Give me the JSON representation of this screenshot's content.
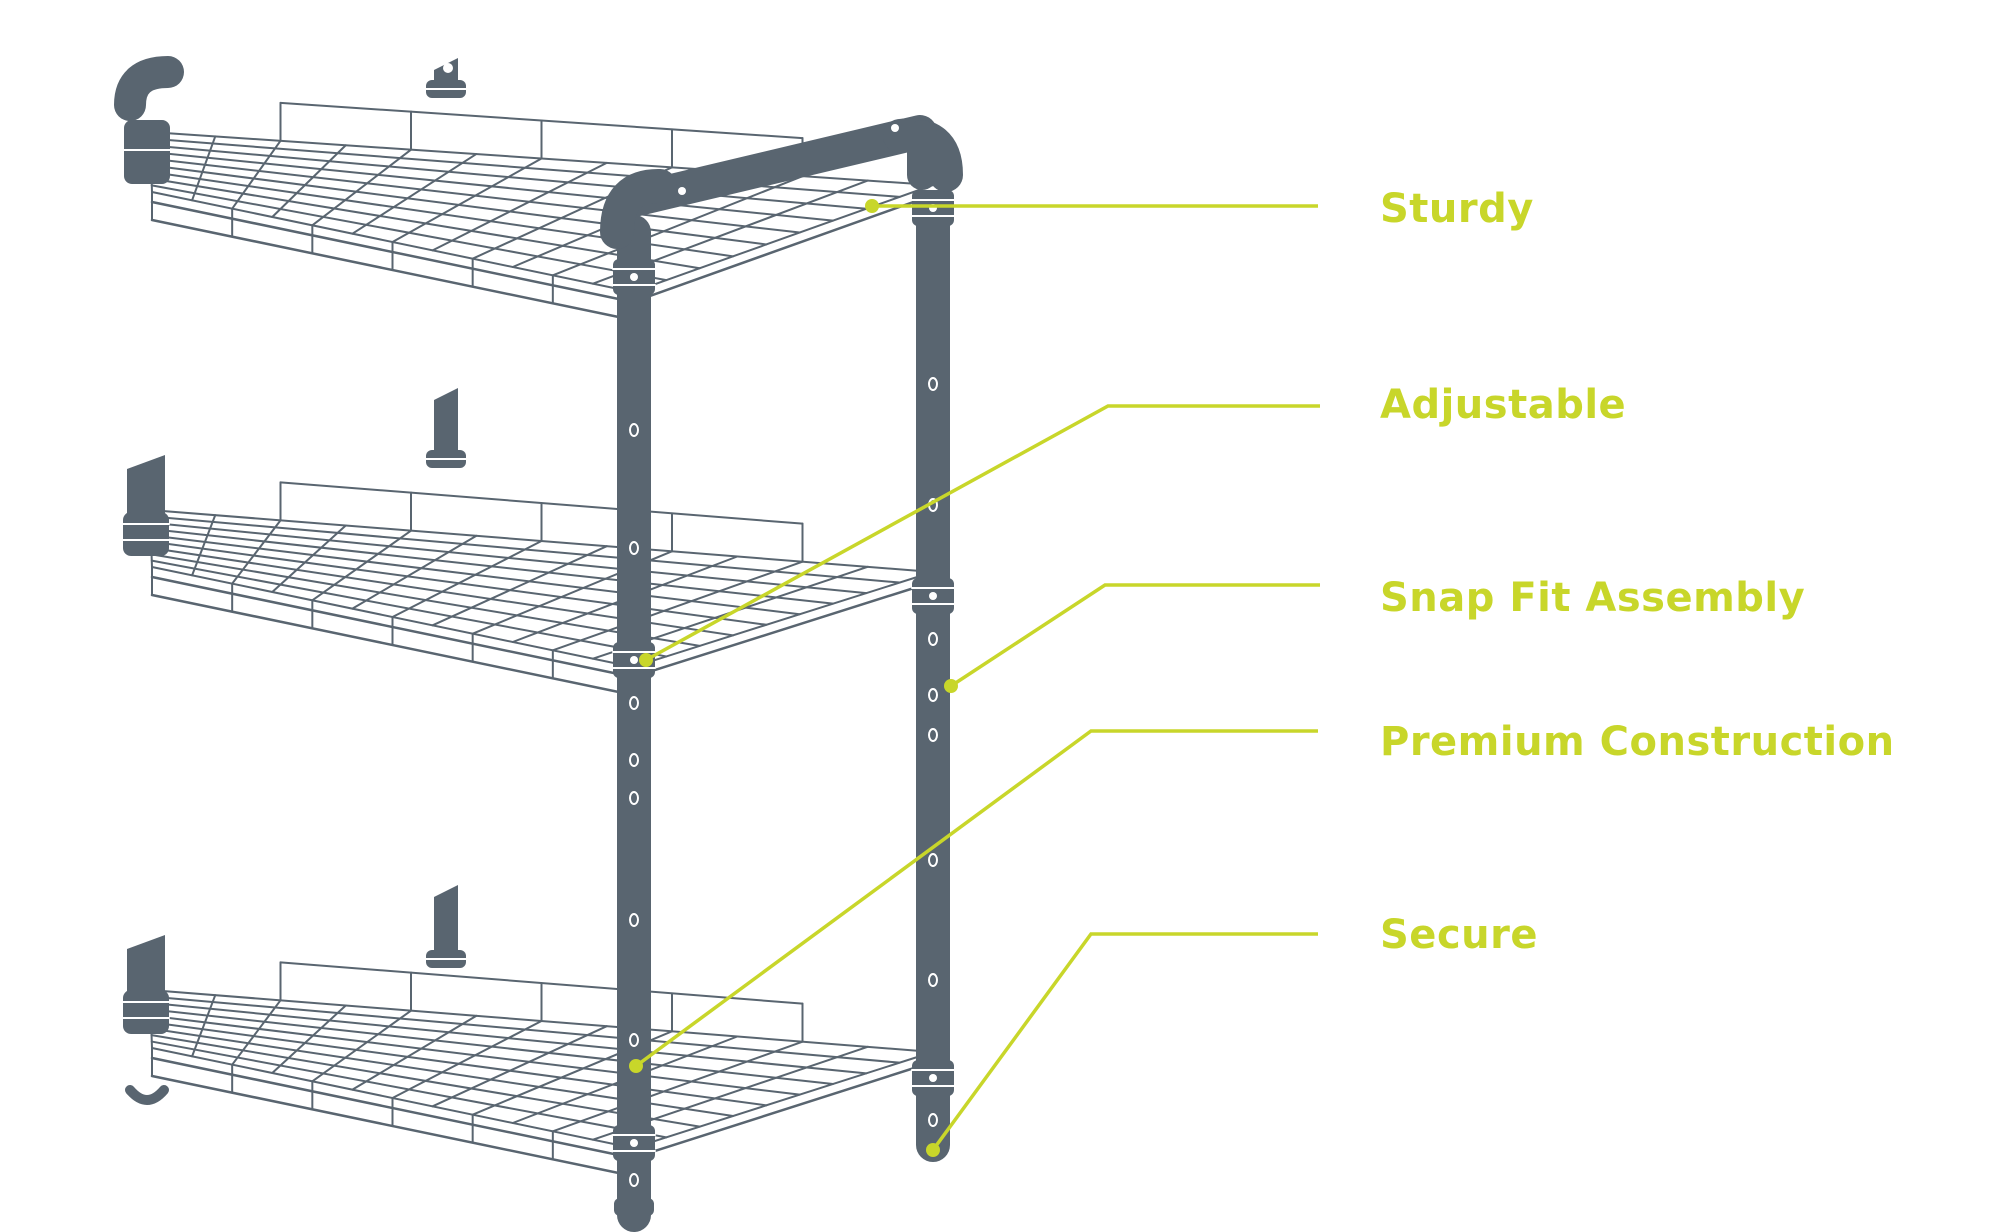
{
  "colors": {
    "background": "#ffffff",
    "pipe": "#596570",
    "wire": "#596570",
    "accent": "#c8d62a",
    "hole": "#ffffff"
  },
  "icons": {
    "product": "wire-shelving-unit-icon"
  },
  "callouts": [
    {
      "id": "sturdy",
      "label": "Sturdy"
    },
    {
      "id": "adjustable",
      "label": "Adjustable"
    },
    {
      "id": "snap-fit",
      "label": "Snap Fit Assembly"
    },
    {
      "id": "premium",
      "label": "Premium Construction"
    },
    {
      "id": "secure",
      "label": "Secure"
    }
  ]
}
